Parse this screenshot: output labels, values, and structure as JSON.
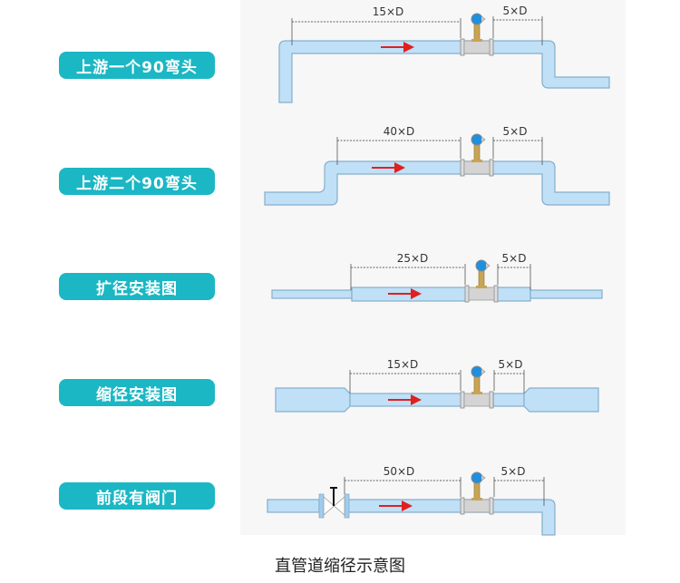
{
  "labels": [
    "上游一个90弯头",
    "上游二个90弯头",
    "扩径安装图",
    "缩径安装图",
    "前段有阀门"
  ],
  "diagrams": [
    {
      "upstream": "15×D",
      "downstream": "5×D"
    },
    {
      "upstream": "40×D",
      "downstream": "5×D"
    },
    {
      "upstream": "25×D",
      "downstream": "5×D"
    },
    {
      "upstream": "15×D",
      "downstream": "5×D"
    },
    {
      "upstream": "50×D",
      "downstream": "5×D"
    }
  ],
  "caption": "直管道缩径示意图",
  "colors": {
    "label_bg": "#1bb7c4",
    "pipe": "#bfe0f7",
    "flow_arrow": "#e02020",
    "meter_head": "#1e90e0"
  }
}
